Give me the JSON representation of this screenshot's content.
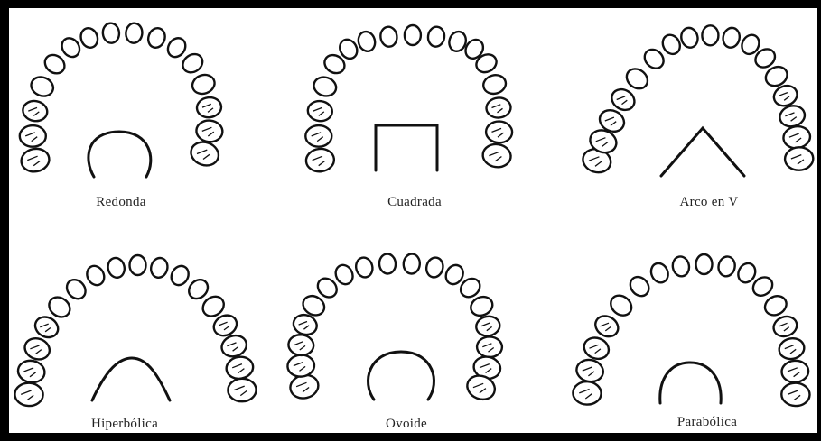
{
  "arches": [
    {
      "id": "redonda",
      "label": "Redonda",
      "shape": "round"
    },
    {
      "id": "cuadrada",
      "label": "Cuadrada",
      "shape": "square"
    },
    {
      "id": "arco-en-v",
      "label": "Arco en V",
      "shape": "v"
    },
    {
      "id": "hiperbolica",
      "label": "Hiperbólica",
      "shape": "hyperbolic"
    },
    {
      "id": "ovoide",
      "label": "Ovoide",
      "shape": "ovoid"
    },
    {
      "id": "parabolica",
      "label": "Parabólica",
      "shape": "parabolic"
    }
  ]
}
